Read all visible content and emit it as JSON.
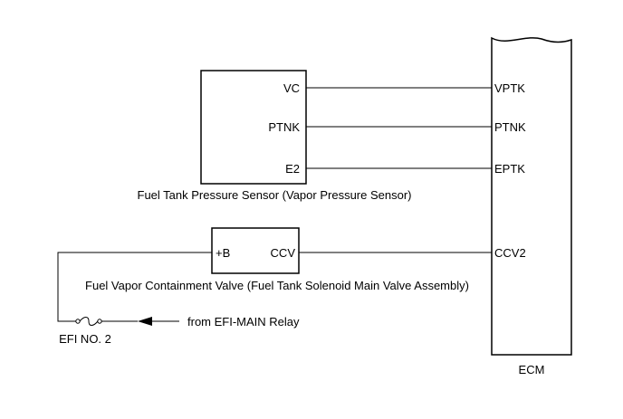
{
  "pressure_sensor": {
    "caption": "Fuel Tank Pressure Sensor (Vapor Pressure Sensor)",
    "pins": [
      "VC",
      "PTNK",
      "E2"
    ]
  },
  "valve": {
    "caption": "Fuel Vapor Containment Valve (Fuel Tank Solenoid Main Valve Assembly)",
    "pin_left": "+B",
    "pin_right": "CCV"
  },
  "ecm": {
    "caption": "ECM",
    "pins": [
      "VPTK",
      "PTNK",
      "EPTK",
      "CCV2"
    ]
  },
  "fuse": {
    "label": "EFI NO. 2"
  },
  "source": {
    "label": "from EFI-MAIN Relay"
  }
}
